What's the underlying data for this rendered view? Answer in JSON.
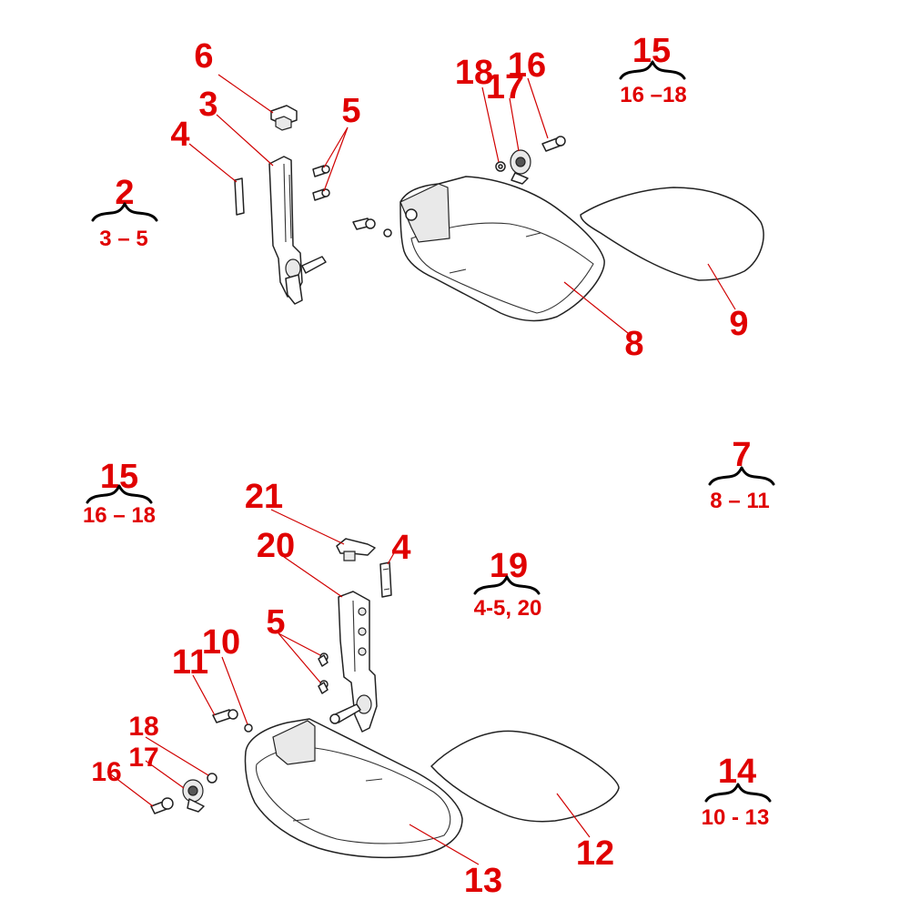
{
  "labels": {
    "l6": "6",
    "l3": "3",
    "l4": "4",
    "l5": "5",
    "l18": "18",
    "l17": "17",
    "l16": "16",
    "l8": "8",
    "l9": "9",
    "l21": "21",
    "l20": "20",
    "l4b": "4",
    "l5b": "5",
    "l11": "11",
    "l10": "10",
    "l18b": "18",
    "l17b": "17",
    "l16b": "16",
    "l12": "12",
    "l13": "13"
  },
  "assemblies": {
    "a2": {
      "number": "2",
      "range": "3 – 5"
    },
    "a15": {
      "number": "15",
      "range": "16 –18"
    },
    "a15b": {
      "number": "15",
      "range": "16 – 18"
    },
    "a7": {
      "number": "7",
      "range": "8 – 11"
    },
    "a19": {
      "number": "19",
      "range": "4-5, 20"
    },
    "a14": {
      "number": "14",
      "range": "10 - 13"
    }
  }
}
